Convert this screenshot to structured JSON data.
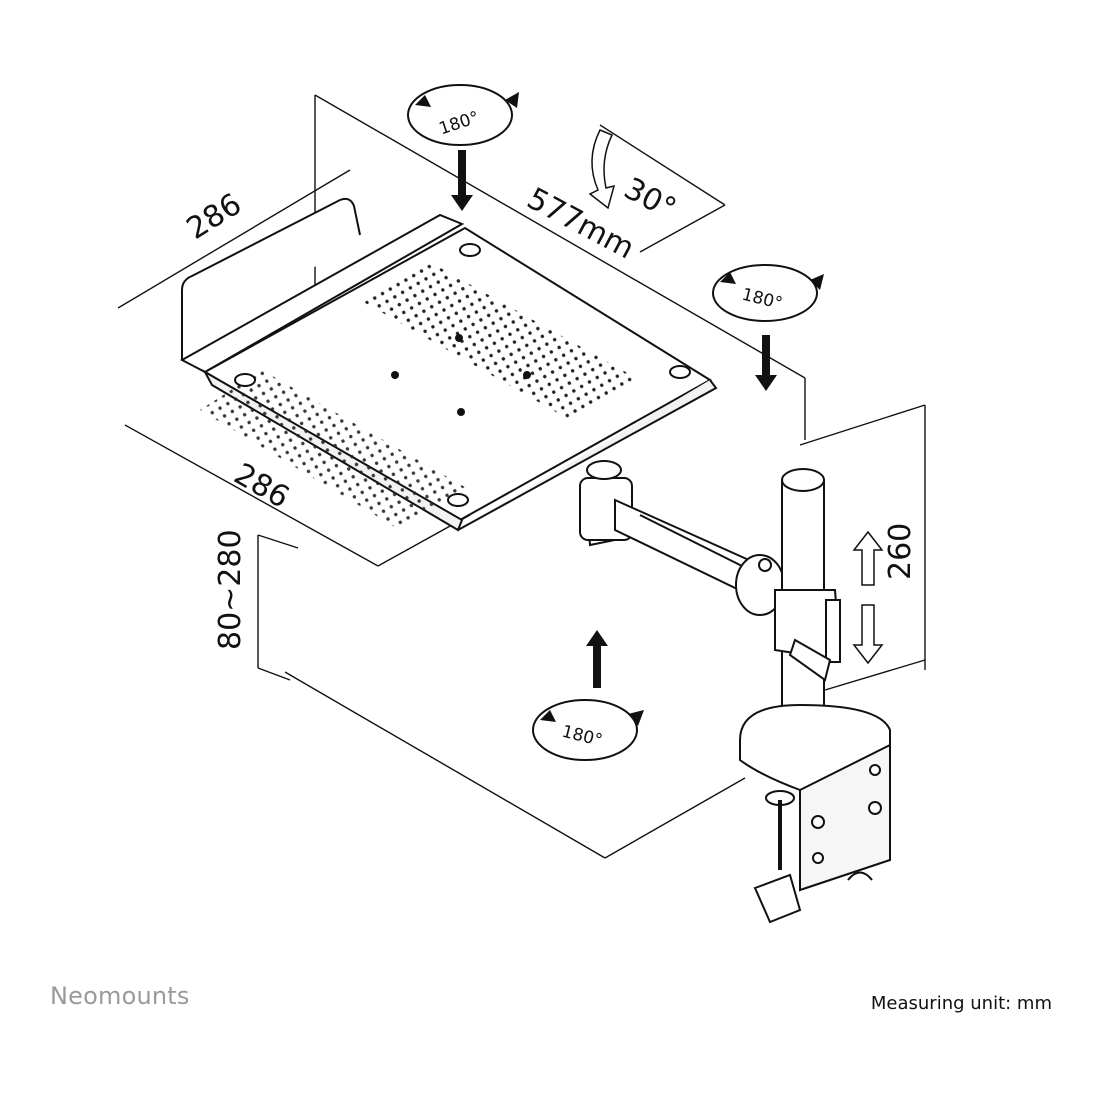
{
  "brand": "Neomounts",
  "footer": {
    "unit_label": "Measuring unit: mm"
  },
  "dimensions": {
    "total_length": "577mm",
    "tray_depth": "286",
    "tray_width": "286",
    "pole_height": "260",
    "height_range": "80~280",
    "tilt": "30°"
  },
  "rotations": {
    "top": "180°",
    "right": "180°",
    "bottom": "180°"
  }
}
